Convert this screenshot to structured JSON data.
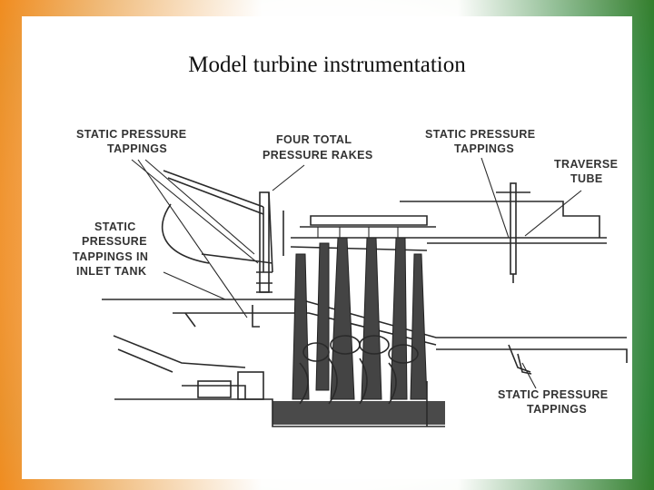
{
  "slide": {
    "title": "Model turbine instrumentation"
  },
  "diagram": {
    "labels": {
      "static_pressure_tappings_left": [
        "STATIC  PRESSURE",
        "TAPPINGS"
      ],
      "four_total_pressure_rakes": [
        "FOUR  TOTAL",
        "PRESSURE  RAKES"
      ],
      "static_pressure_tappings_top_right": [
        "STATIC  PRESSURE",
        "TAPPINGS"
      ],
      "traverse_tube": [
        "TRAVERSE",
        "TUBE"
      ],
      "static_pressure_tappings_inlet_tank": [
        "STATIC",
        "PRESSURE",
        "TAPPINGS  IN",
        "INLET  TANK"
      ],
      "static_pressure_tappings_bottom_right": [
        "STATIC  PRESSURE",
        "TAPPINGS"
      ]
    }
  }
}
